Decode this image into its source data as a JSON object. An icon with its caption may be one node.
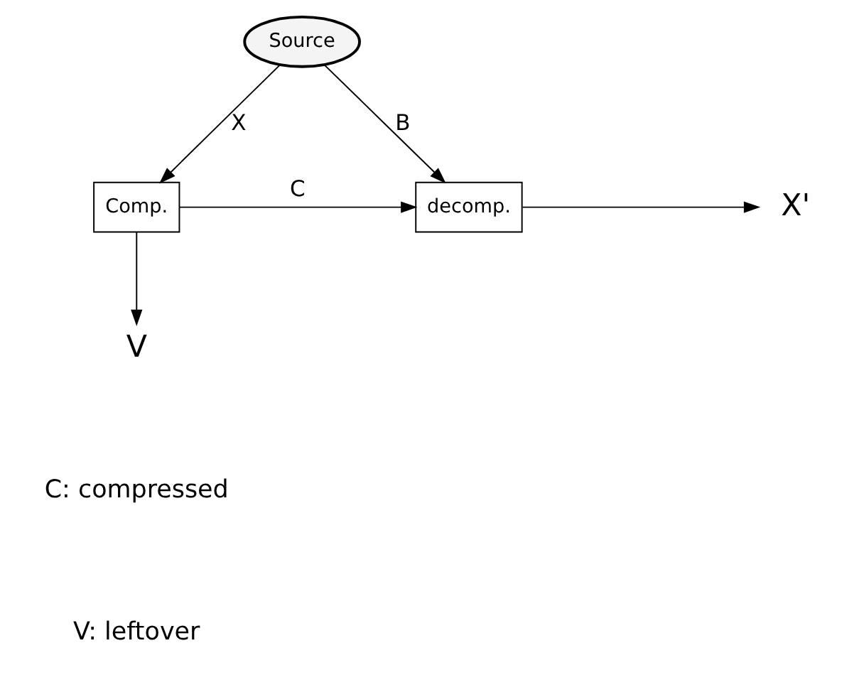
{
  "diagram": {
    "nodes": [
      {
        "text": [
          "Source"
        ]
      },
      {
        "text": [
          "Comp."
        ]
      },
      {
        "text": [
          "decomp."
        ]
      },
      {
        "text": [
          "X'"
        ]
      },
      {
        "text": [
          "V"
        ]
      }
    ],
    "edges": [
      {
        "from": 0,
        "to": 1,
        "arrow": "to",
        "label": "X"
      },
      {
        "from": 0,
        "to": 2,
        "arrow": "to",
        "label": "B"
      },
      {
        "from": 1,
        "to": 2,
        "arrow": "to",
        "label": "C"
      },
      {
        "from": 2,
        "to": 3,
        "arrow": "to"
      },
      {
        "from": 1,
        "to": 4,
        "arrow": "to"
      }
    ],
    "labels": [
      "C: compressed",
      "V: leftover"
    ]
  }
}
